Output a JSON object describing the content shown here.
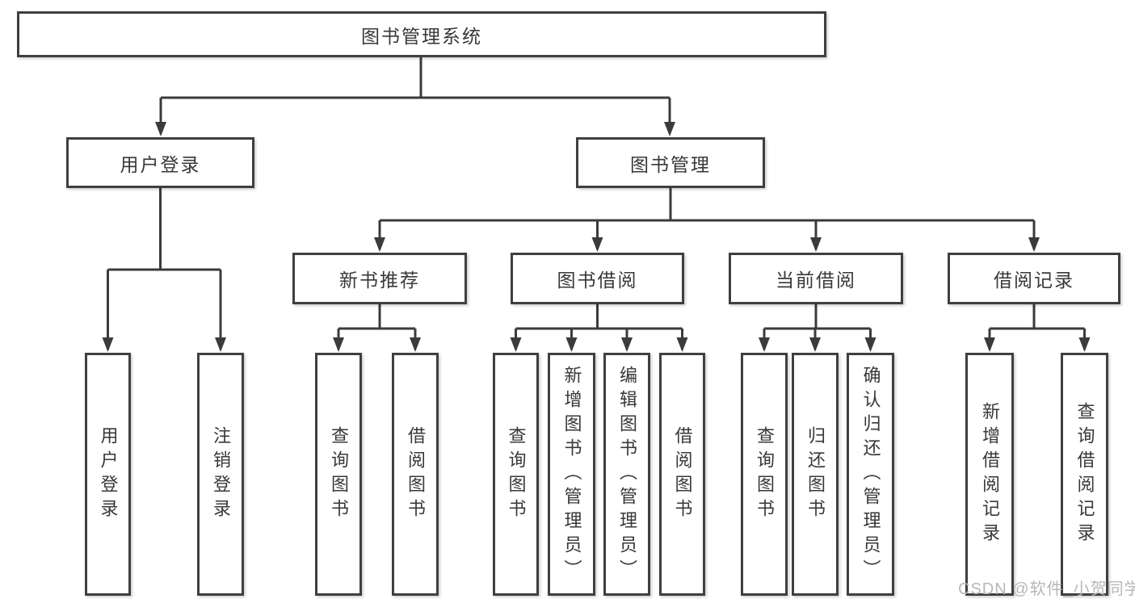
{
  "diagram": {
    "root": {
      "label": "图书管理系统"
    },
    "branches": [
      {
        "label": "用户登录",
        "children": [
          {
            "label": "用户登录"
          },
          {
            "label": "注销登录"
          }
        ]
      },
      {
        "label": "图书管理",
        "children": [
          {
            "label": "新书推荐",
            "children": [
              {
                "label": "查询图书"
              },
              {
                "label": "借阅图书"
              }
            ]
          },
          {
            "label": "图书借阅",
            "children": [
              {
                "label": "查询图书"
              },
              {
                "label": "新增图书（管理员）"
              },
              {
                "label": "编辑图书（管理员）"
              },
              {
                "label": "借阅图书"
              }
            ]
          },
          {
            "label": "当前借阅",
            "children": [
              {
                "label": "查询图书"
              },
              {
                "label": "归还图书"
              },
              {
                "label": "确认归还（管理员）"
              }
            ]
          },
          {
            "label": "借阅记录",
            "children": [
              {
                "label": "新增借阅记录"
              },
              {
                "label": "查询借阅记录"
              }
            ]
          }
        ]
      }
    ]
  },
  "watermark": "CSDN @软件_小贺同学",
  "colors": {
    "line": "#3b3b3b",
    "border": "#3f3f3f",
    "text": "#383838",
    "watermark_text": "#b7b7b7",
    "background": "#ffffff"
  }
}
